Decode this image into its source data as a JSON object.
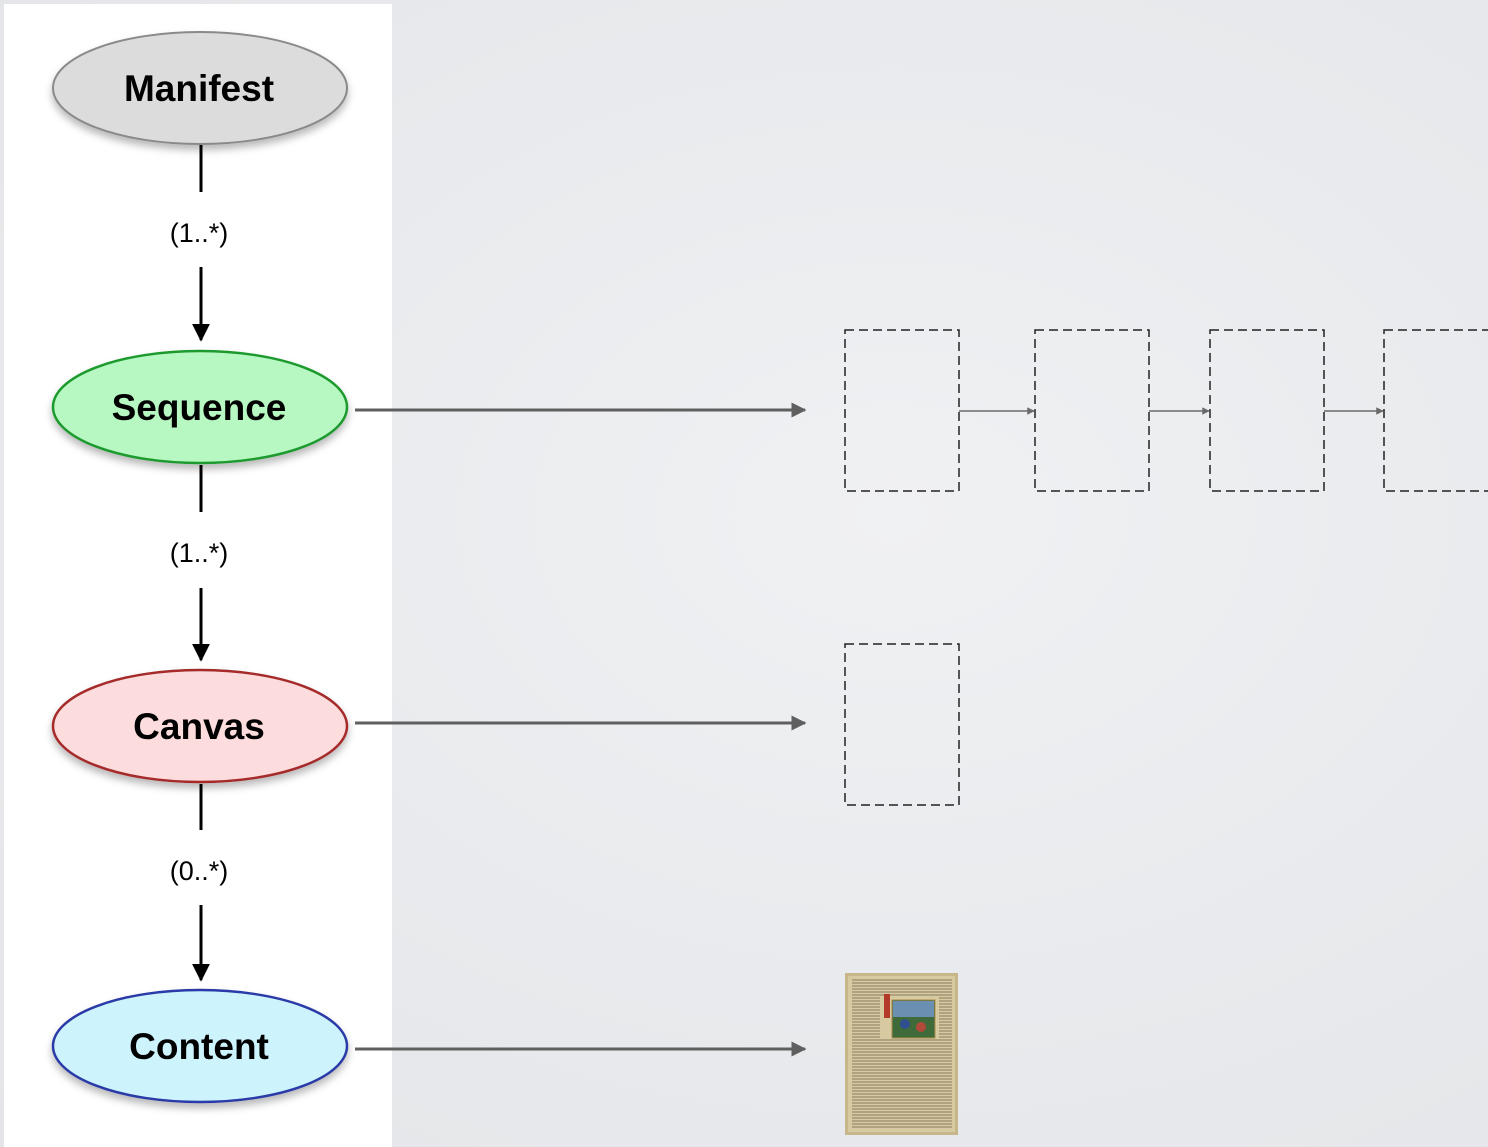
{
  "diagram": {
    "nodes": [
      {
        "id": "manifest",
        "label": "Manifest",
        "fill": "#dcdcdc",
        "stroke": "#8a8a8a"
      },
      {
        "id": "sequence",
        "label": "Sequence",
        "fill": "#b6f7c2",
        "stroke": "#1e9a2e"
      },
      {
        "id": "canvas",
        "label": "Canvas",
        "fill": "#fcdcdc",
        "stroke": "#a52a2a"
      },
      {
        "id": "content",
        "label": "Content",
        "fill": "#cdf4fc",
        "stroke": "#2b3aa8"
      }
    ],
    "edges": [
      {
        "from": "manifest",
        "to": "sequence",
        "label": "(1..*)"
      },
      {
        "from": "sequence",
        "to": "canvas",
        "label": "(1..*)"
      },
      {
        "from": "canvas",
        "to": "content",
        "label": "(0..*)"
      }
    ],
    "illustrations": {
      "sequence": {
        "kind": "canvas-chain",
        "count": 4
      },
      "canvas": {
        "kind": "empty-canvas",
        "count": 1
      },
      "content": {
        "kind": "manuscript-page",
        "count": 1
      }
    }
  }
}
